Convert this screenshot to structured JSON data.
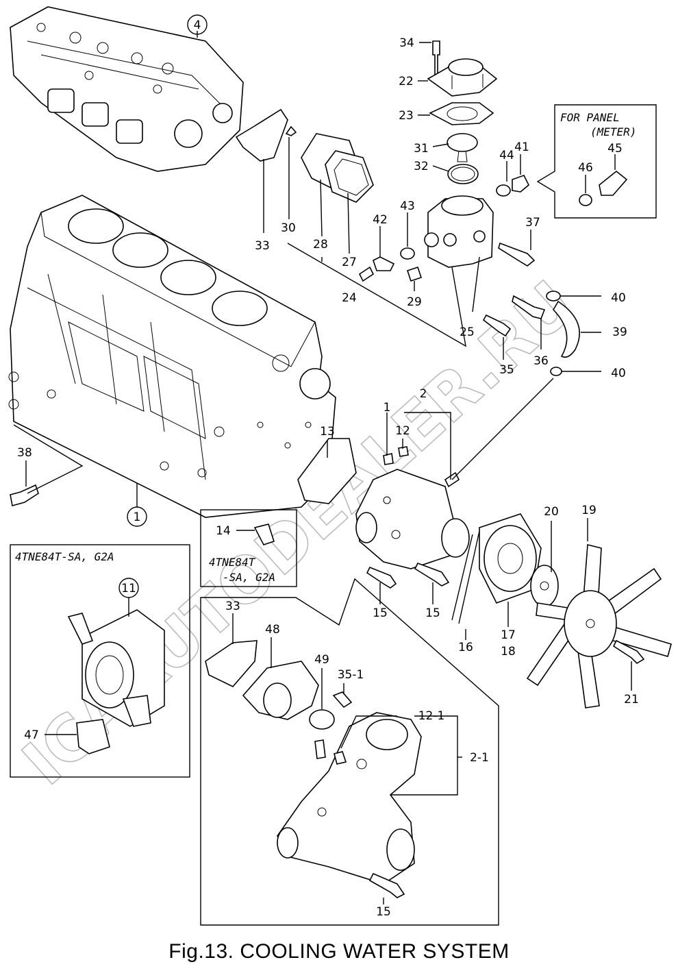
{
  "figure": {
    "caption": "Fig.13.  COOLING WATER SYSTEM",
    "watermark": "ICAAUTODEALER.RU",
    "colors": {
      "ink": "#000000",
      "watermark": "#bcbcbc",
      "background": "#ffffff"
    }
  },
  "boxes": {
    "panel_meter": {
      "line1": "FOR PANEL",
      "line2": "(METER)"
    },
    "variant_small": {
      "line1": "4TNE84T",
      "line2": "-SA, G2A"
    },
    "variant_left": {
      "title": "4TNE84T-SA, G2A"
    }
  },
  "callouts": [
    "34",
    "22",
    "23",
    "31",
    "32",
    "44",
    "41",
    "45",
    "46",
    "4",
    "43",
    "42",
    "37",
    "33",
    "30",
    "28",
    "27",
    "24",
    "29",
    "40",
    "39",
    "25",
    "35",
    "36",
    "40",
    "2",
    "1",
    "12",
    "13",
    "38",
    "1",
    "14",
    "20",
    "19",
    "11",
    "15",
    "15",
    "17",
    "18",
    "16",
    "21",
    "33",
    "48",
    "49",
    "35-1",
    "12-1",
    "2-1",
    "47",
    "15"
  ]
}
